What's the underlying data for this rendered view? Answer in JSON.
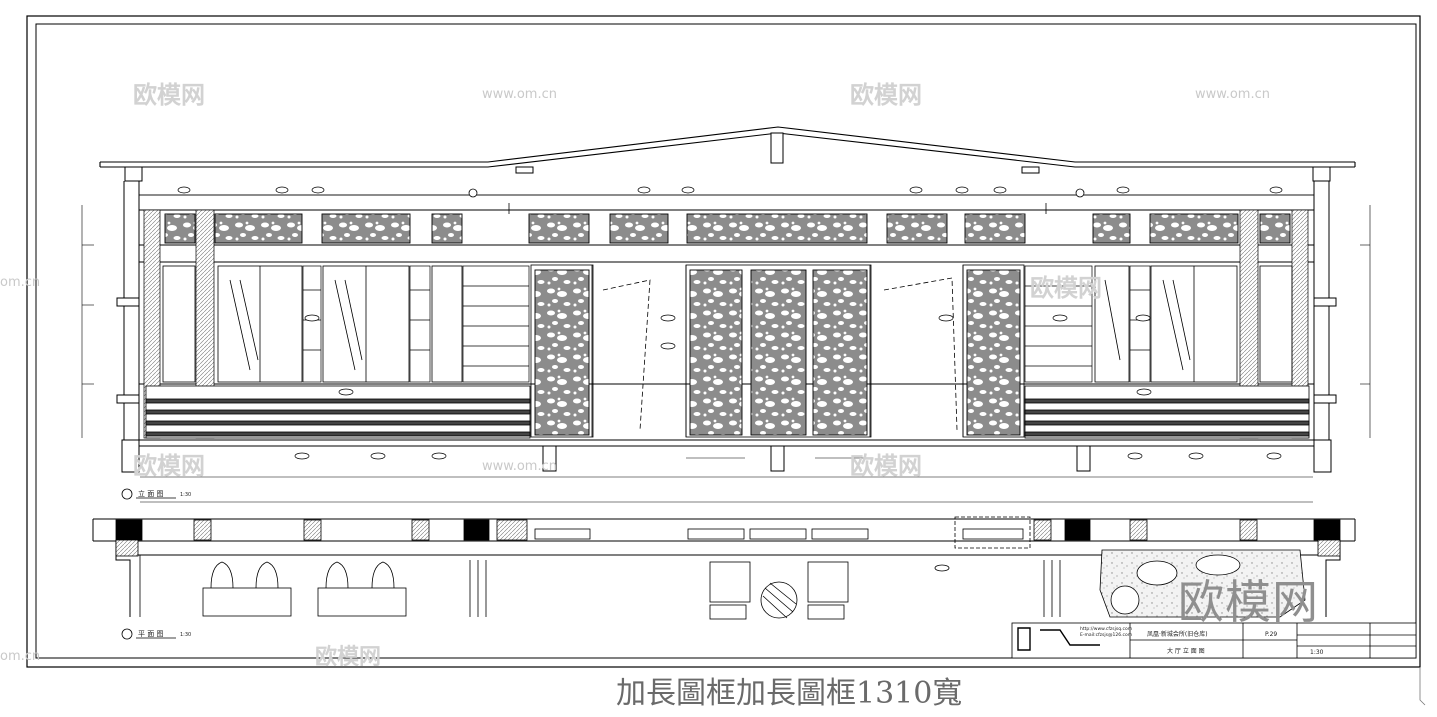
{
  "drawing": {
    "elevation_label": "立 面 图",
    "elevation_scale": "1:30",
    "plan_label": "平 面 图",
    "plan_scale": "1:30"
  },
  "title_block": {
    "project": "凤凰·新城会所(旧仓库)",
    "sheet_name": "大 厅 立 面 图",
    "sheet_no": "P.29",
    "scale": "1:30",
    "contact_line1": "http://www.cfzsjsq.com",
    "contact_line2": "E-mail:cfzsjs@126.com"
  },
  "watermarks": {
    "brand_small": "欧模网",
    "site": "www.om.cn",
    "site_edge": "om.cn",
    "brand_large": "欧模网"
  },
  "footer_caption": "加長圖框加長圖框1310寬"
}
